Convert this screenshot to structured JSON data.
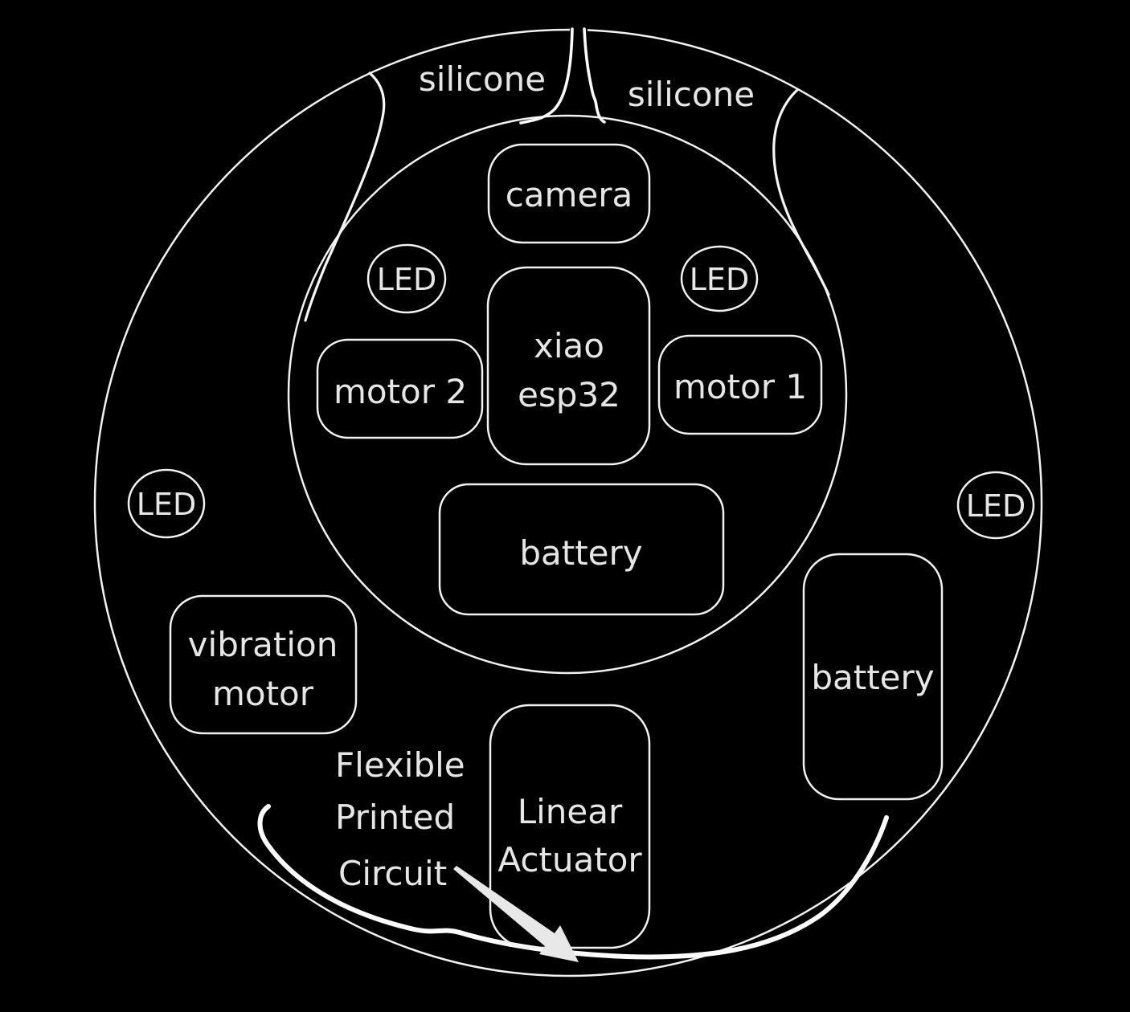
{
  "diagram": {
    "background_color": "#000000",
    "stroke_color": "#f2f2f2",
    "text_color": "#e6e6e6",
    "labels": {
      "silicone_left": "silicone",
      "silicone_right": "silicone",
      "camera": "camera",
      "led": "LED",
      "controller_line1": "xiao",
      "controller_line2": "esp32",
      "motor2": "motor 2",
      "motor1": "motor 1",
      "battery_center": "battery",
      "battery_right": "battery",
      "vibration_line1": "vibration",
      "vibration_line2": "motor",
      "actuator_line1": "Linear",
      "actuator_line2": "Actuator",
      "fpc_line1": "Flexible",
      "fpc_line2": "Printed",
      "fpc_line3": "Circuit"
    }
  }
}
